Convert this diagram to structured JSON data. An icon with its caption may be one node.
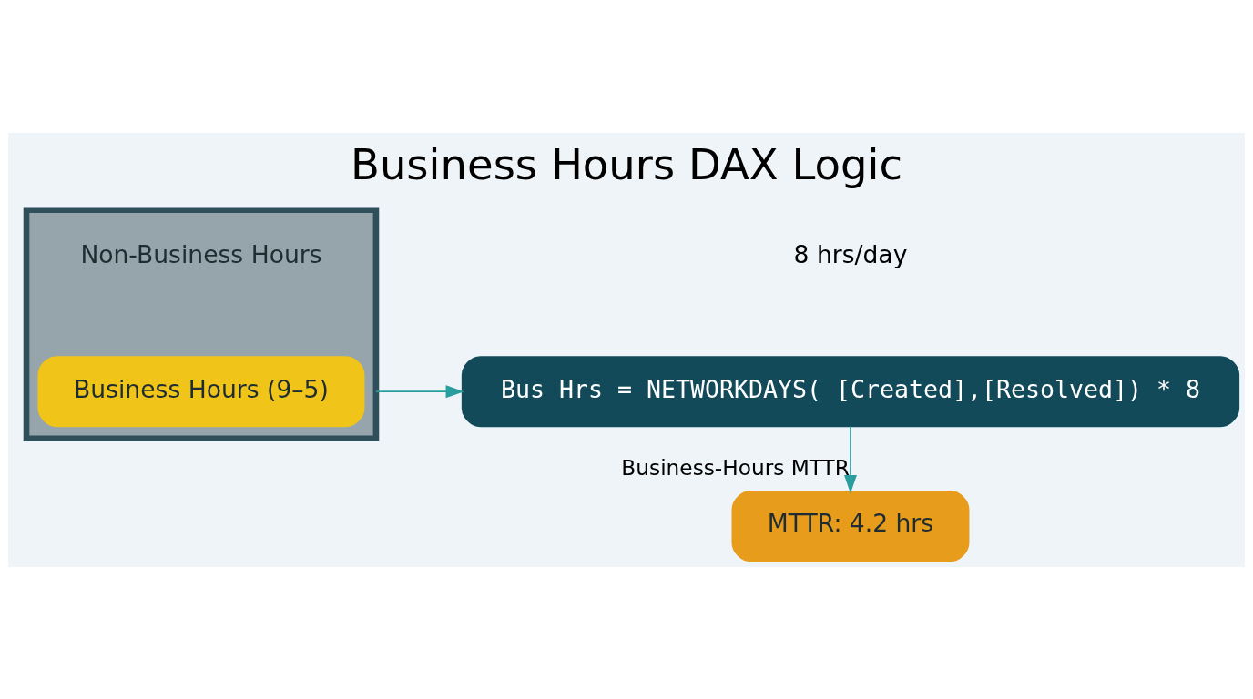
{
  "diagram": {
    "title": "Business Hours DAX Logic",
    "nodes": [
      {
        "text": [],
        "shape": "bar"
      },
      {
        "text": [
          "Non-Business Hours"
        ],
        "in": 0
      },
      {
        "text": [
          "Business Hours (9–5)"
        ],
        "in": 0
      },
      {
        "text": [
          "Bus Hrs = NETWORKDAYS( [Created],[Resolved]) * 8"
        ]
      },
      {
        "text": [
          "MTTR: 4.2 hrs"
        ]
      }
    ],
    "edges": [
      {
        "from": 0,
        "to": 3,
        "arrow": "to"
      },
      {
        "from": 3,
        "to": 4,
        "arrow": "to",
        "label": "Business-Hours MTTR"
      }
    ],
    "labels": [
      "8 hrs/day"
    ]
  }
}
